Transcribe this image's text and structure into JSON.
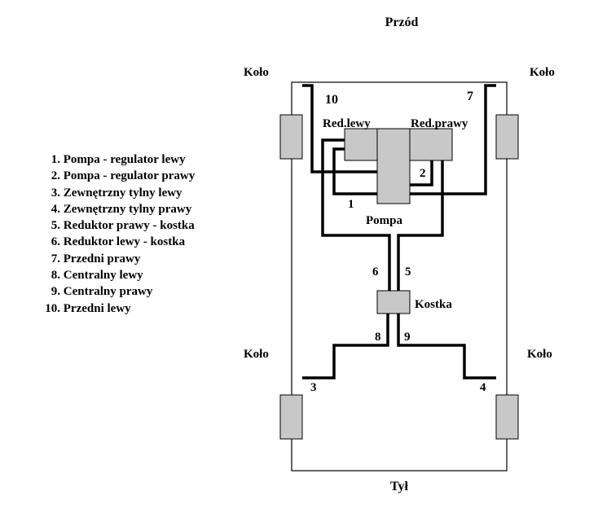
{
  "labels": {
    "front": "Przód",
    "rear": "Tył",
    "wheel_front_left": "Koło",
    "wheel_front_right": "Koło",
    "wheel_rear_left": "Koło",
    "wheel_rear_right": "Koło",
    "red_left": "Red.lewy",
    "red_right": "Red.prawy",
    "pump": "Pompa",
    "junction": "Kostka"
  },
  "pipe_numbers": {
    "n1": "1",
    "n2": "2",
    "n3": "3",
    "n4": "4",
    "n5": "5",
    "n6": "6",
    "n7": "7",
    "n8": "8",
    "n9": "9",
    "n10": "10"
  },
  "legend": [
    {
      "num": "1.",
      "text": "Pompa - regulator lewy"
    },
    {
      "num": "2.",
      "text": "Pompa - regulator prawy"
    },
    {
      "num": "3.",
      "text": "Zewnętrzny tylny lewy"
    },
    {
      "num": "4.",
      "text": "Zewnętrzny tylny prawy"
    },
    {
      "num": "5.",
      "text": "Reduktor prawy - kostka"
    },
    {
      "num": "6.",
      "text": "Reduktor lewy - kostka"
    },
    {
      "num": "7.",
      "text": "Przedni prawy"
    },
    {
      "num": "8.",
      "text": "Centralny lewy"
    },
    {
      "num": "9.",
      "text": "Centralny prawy"
    },
    {
      "num": "10.",
      "text": "Przedni lewy"
    }
  ]
}
